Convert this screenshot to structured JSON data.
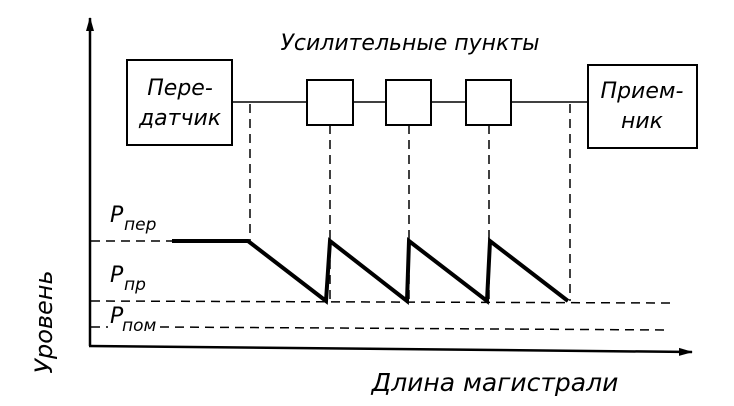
{
  "title": "Усилительные пункты",
  "transmitter": {
    "line1": "Пере-",
    "line2": "датчик"
  },
  "receiver": {
    "line1": "Прием-",
    "line2": "ник"
  },
  "axes": {
    "y_label": "Уровень",
    "x_label": "Длина магистрали"
  },
  "levels": [
    {
      "main": "P",
      "sub": "пер"
    },
    {
      "main": "P",
      "sub": "пр"
    },
    {
      "main": "P",
      "sub": "пом"
    }
  ],
  "amplifier_count": 3
}
